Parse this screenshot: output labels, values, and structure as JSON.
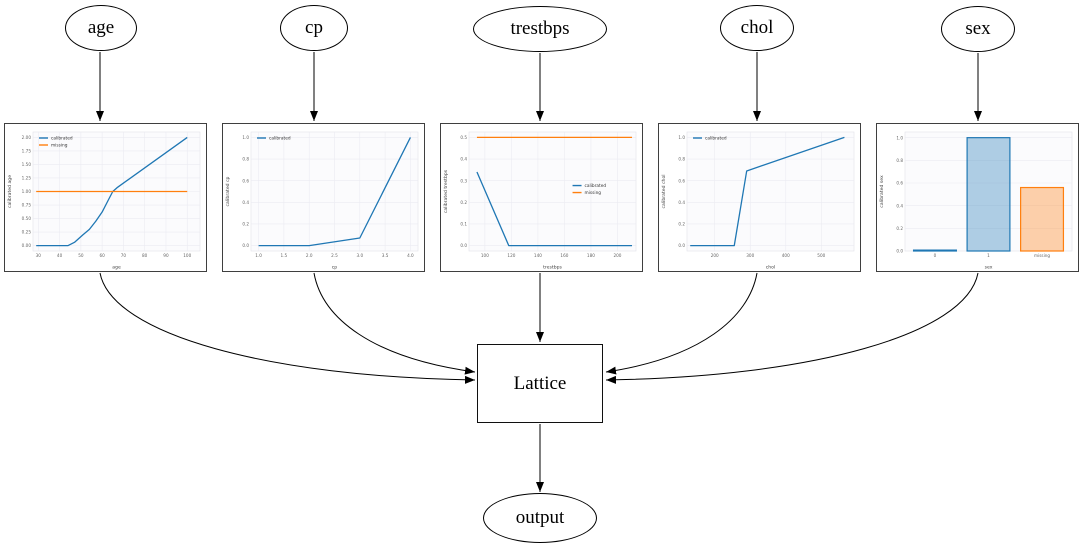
{
  "diagram": {
    "title": "lattice-model-graph",
    "nodes": {
      "age": {
        "label": "age"
      },
      "cp": {
        "label": "cp"
      },
      "trestbps": {
        "label": "trestbps"
      },
      "chol": {
        "label": "chol"
      },
      "sex": {
        "label": "sex"
      },
      "lattice": {
        "label": "Lattice"
      },
      "output": {
        "label": "output"
      }
    },
    "edges": [
      {
        "from": "age",
        "to": "calibration-chart-age"
      },
      {
        "from": "cp",
        "to": "calibration-chart-cp"
      },
      {
        "from": "trestbps",
        "to": "calibration-chart-trestbps"
      },
      {
        "from": "chol",
        "to": "calibration-chart-chol"
      },
      {
        "from": "sex",
        "to": "calibration-chart-sex"
      },
      {
        "from": "calibration-chart-age",
        "to": "Lattice"
      },
      {
        "from": "calibration-chart-cp",
        "to": "Lattice"
      },
      {
        "from": "calibration-chart-trestbps",
        "to": "Lattice"
      },
      {
        "from": "calibration-chart-chol",
        "to": "Lattice"
      },
      {
        "from": "calibration-chart-sex",
        "to": "Lattice"
      },
      {
        "from": "Lattice",
        "to": "output"
      }
    ]
  },
  "colors": {
    "calibrated_line": "#1f77b4",
    "missing_line": "#ff7f0e",
    "edge_stroke": "#000000",
    "chart_border": "#3f3f3f",
    "tick_text": "#666666",
    "grid": "#ebebf2"
  },
  "chart_data": [
    {
      "id": "age",
      "type": "line",
      "title": "",
      "xlabel": "age",
      "ylabel": "calibrated age",
      "xlim": [
        27.5,
        106
      ],
      "ylim": [
        -0.1,
        2.1
      ],
      "xticks": [
        [
          30,
          "30"
        ],
        [
          40,
          "40"
        ],
        [
          50,
          "50"
        ],
        [
          60,
          "60"
        ],
        [
          70,
          "70"
        ],
        [
          80,
          "80"
        ],
        [
          90,
          "90"
        ],
        [
          100,
          "100"
        ]
      ],
      "yticks": [
        [
          0,
          "0.00"
        ],
        [
          0.25,
          "0.25"
        ],
        [
          0.5,
          "0.50"
        ],
        [
          0.75,
          "0.75"
        ],
        [
          1,
          "1.00"
        ],
        [
          1.25,
          "1.25"
        ],
        [
          1.5,
          "1.50"
        ],
        [
          1.75,
          "1.75"
        ],
        [
          2,
          "2.00"
        ]
      ],
      "series": [
        {
          "name": "calibrated",
          "color": "#1f77b4",
          "x": [
            29,
            44,
            47,
            51,
            54,
            57,
            60,
            63,
            65,
            67,
            100
          ],
          "y": [
            0,
            0,
            0.06,
            0.2,
            0.3,
            0.45,
            0.62,
            0.85,
            1.0,
            1.07,
            2.0
          ]
        },
        {
          "name": "missing",
          "color": "#ff7f0e",
          "x": [
            29,
            100
          ],
          "y": [
            1,
            1
          ]
        }
      ],
      "legend": {
        "position": "top-left",
        "items": [
          "calibrated",
          "missing"
        ]
      }
    },
    {
      "id": "cp",
      "type": "line",
      "title": "",
      "xlabel": "cp",
      "ylabel": "calibrated cp",
      "xlim": [
        0.85,
        4.15
      ],
      "ylim": [
        -0.05,
        1.05
      ],
      "xticks": [
        [
          1,
          "1.0"
        ],
        [
          1.5,
          "1.5"
        ],
        [
          2,
          "2.0"
        ],
        [
          2.5,
          "2.5"
        ],
        [
          3,
          "3.0"
        ],
        [
          3.5,
          "3.5"
        ],
        [
          4,
          "4.0"
        ]
      ],
      "yticks": [
        [
          0,
          "0.0"
        ],
        [
          0.2,
          "0.2"
        ],
        [
          0.4,
          "0.4"
        ],
        [
          0.6,
          "0.6"
        ],
        [
          0.8,
          "0.8"
        ],
        [
          1,
          "1.0"
        ]
      ],
      "series": [
        {
          "name": "calibrated",
          "color": "#1f77b4",
          "x": [
            1,
            2,
            3,
            4
          ],
          "y": [
            0,
            0,
            0.07,
            1.0
          ]
        }
      ],
      "legend": {
        "position": "top-left",
        "items": [
          "calibrated"
        ]
      }
    },
    {
      "id": "trestbps",
      "type": "line",
      "title": "",
      "xlabel": "trestbps",
      "ylabel": "calibrated trestbps",
      "xlim": [
        88,
        214
      ],
      "ylim": [
        -0.025,
        0.525
      ],
      "xticks": [
        [
          100,
          "100"
        ],
        [
          120,
          "120"
        ],
        [
          140,
          "140"
        ],
        [
          160,
          "160"
        ],
        [
          180,
          "180"
        ],
        [
          200,
          "200"
        ]
      ],
      "yticks": [
        [
          0,
          "0.0"
        ],
        [
          0.1,
          "0.1"
        ],
        [
          0.2,
          "0.2"
        ],
        [
          0.3,
          "0.3"
        ],
        [
          0.4,
          "0.4"
        ],
        [
          0.5,
          "0.5"
        ]
      ],
      "series": [
        {
          "name": "calibrated",
          "color": "#1f77b4",
          "x": [
            94,
            118,
            211
          ],
          "y": [
            0.34,
            0,
            0
          ]
        },
        {
          "name": "missing",
          "color": "#ff7f0e",
          "x": [
            94,
            211
          ],
          "y": [
            0.5,
            0.5
          ]
        }
      ],
      "legend": {
        "position": "right-center",
        "items": [
          "calibrated",
          "missing"
        ]
      }
    },
    {
      "id": "chol",
      "type": "line",
      "title": "",
      "xlabel": "chol",
      "ylabel": "calibrated chol",
      "xlim": [
        122,
        592
      ],
      "ylim": [
        -0.05,
        1.05
      ],
      "xticks": [
        [
          200,
          "200"
        ],
        [
          300,
          "300"
        ],
        [
          400,
          "400"
        ],
        [
          500,
          "500"
        ]
      ],
      "yticks": [
        [
          0,
          "0.0"
        ],
        [
          0.2,
          "0.2"
        ],
        [
          0.4,
          "0.4"
        ],
        [
          0.6,
          "0.6"
        ],
        [
          0.8,
          "0.8"
        ],
        [
          1,
          "1.0"
        ]
      ],
      "series": [
        {
          "name": "calibrated",
          "color": "#1f77b4",
          "x": [
            131,
            255,
            290,
            565
          ],
          "y": [
            0,
            0,
            0.69,
            1.0
          ]
        }
      ],
      "legend": {
        "position": "top-left",
        "items": [
          "calibrated"
        ]
      }
    },
    {
      "id": "sex",
      "type": "bar",
      "title": "",
      "xlabel": "sex",
      "ylabel": "calibrated sex",
      "ylim": [
        0,
        1.05
      ],
      "yticks": [
        [
          0,
          "0.0"
        ],
        [
          0.2,
          "0.2"
        ],
        [
          0.4,
          "0.4"
        ],
        [
          0.6,
          "0.6"
        ],
        [
          0.8,
          "0.8"
        ],
        [
          1,
          "1.0"
        ]
      ],
      "categories": [
        "0",
        "1",
        "missing"
      ],
      "values": [
        0.008,
        1.0,
        0.56
      ],
      "bar_colors": [
        "#1f77b4",
        "#1f77b4",
        "#ff7f0e"
      ],
      "legend": null
    }
  ]
}
